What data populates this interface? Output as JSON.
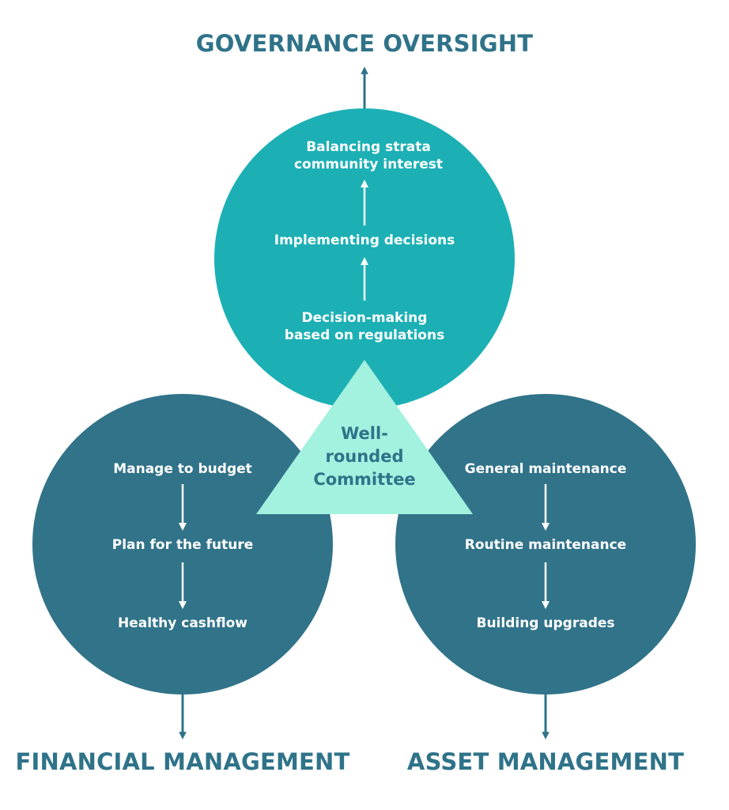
{
  "colors": {
    "governance_circle": "#1cb0b5",
    "financial_circle": "#317389",
    "asset_circle": "#317389",
    "center_triangle": "#a3f1df",
    "heading_text": "#2f7389",
    "label_text": "#ffffff",
    "center_text": "#2f7389"
  },
  "governance": {
    "heading": "GOVERNANCE OVERSIGHT",
    "steps": [
      "Decision-making\nbased on regulations",
      "Implementing decisions",
      "Balancing strata\ncommunity interest"
    ]
  },
  "financial": {
    "heading": "FINANCIAL MANAGEMENT",
    "steps": [
      "Manage to budget",
      "Plan for the future",
      "Healthy cashflow"
    ]
  },
  "asset": {
    "heading": "ASSET MANAGEMENT",
    "steps": [
      "General maintenance",
      "Routine maintenance",
      "Building upgrades"
    ]
  },
  "center": {
    "label": "Well-\nrounded\nCommittee"
  }
}
